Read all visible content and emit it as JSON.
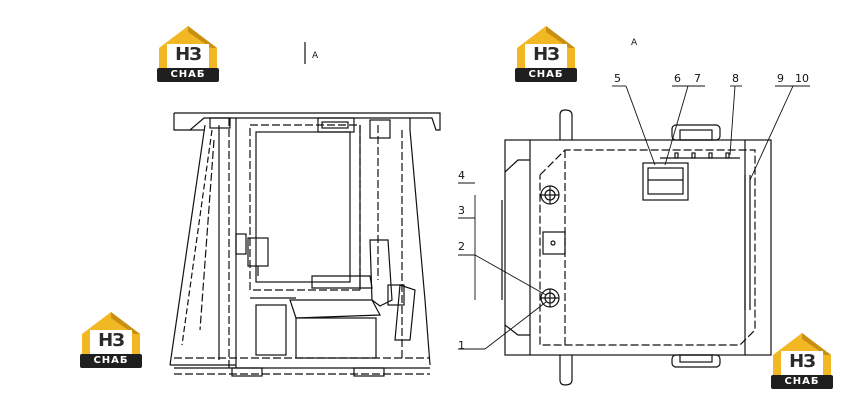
{
  "brand": {
    "logo_main": "НЗ",
    "logo_sub": "СНАБ",
    "accent_color": "#f2b824",
    "dark_color": "#1f1f1f"
  },
  "view_labels": {
    "left_view": "A",
    "right_view": "A"
  },
  "callouts": [
    "1",
    "2",
    "3",
    "4",
    "5",
    "6",
    "7",
    "8",
    "9",
    "10"
  ]
}
